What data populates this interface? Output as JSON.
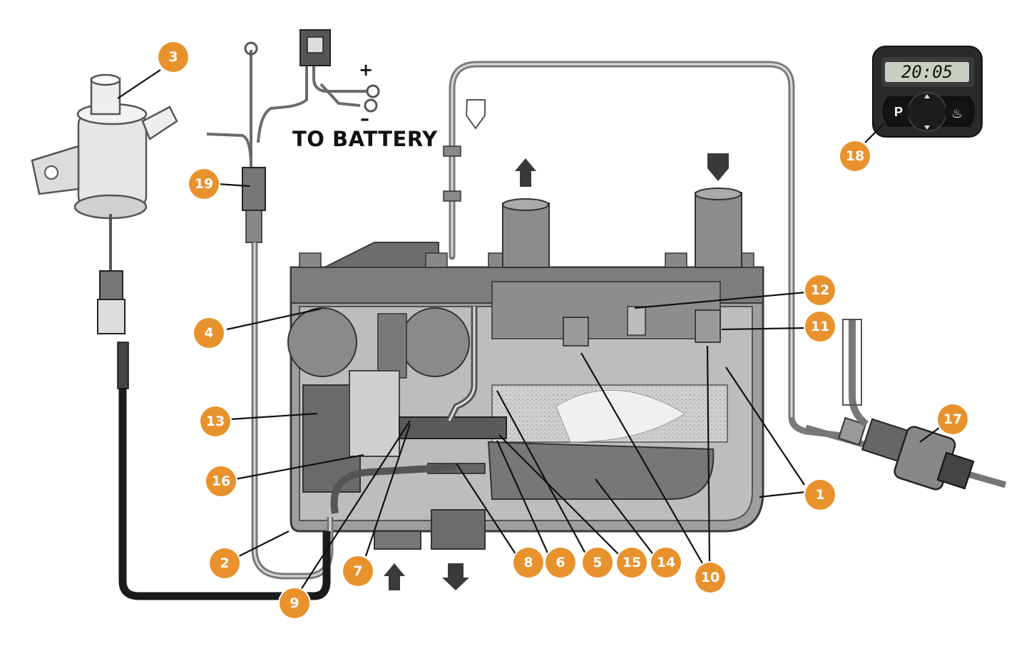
{
  "labels": {
    "battery": "TO BATTERY",
    "plus": "+",
    "minus": "–"
  },
  "timer": {
    "time": "20:05",
    "program_button": "P"
  },
  "callouts": [
    "1",
    "2",
    "3",
    "4",
    "5",
    "6",
    "7",
    "8",
    "9",
    "10",
    "11",
    "12",
    "13",
    "14",
    "15",
    "16",
    "17",
    "18",
    "19"
  ],
  "colors": {
    "callout": "#e8922e",
    "metal": "#8f8f8f",
    "dark_metal": "#4a4a4a",
    "display": "#c9d0c3"
  }
}
